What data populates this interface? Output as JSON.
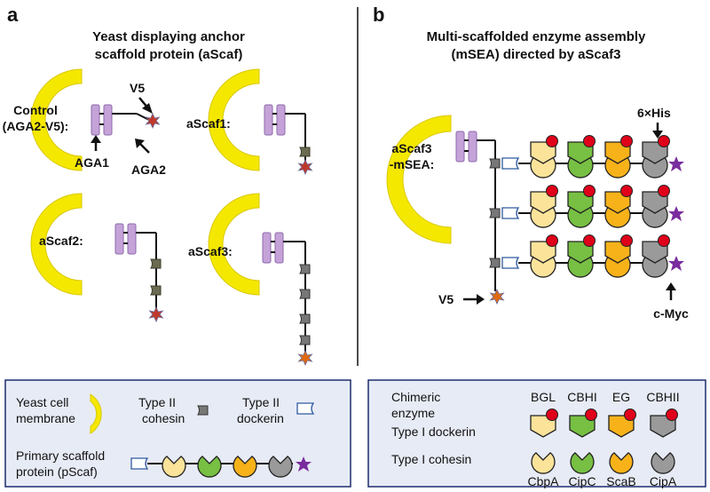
{
  "panel_a": {
    "letter": "a",
    "title_line1": "Yeast displaying anchor",
    "title_line2": "scaffold protein (aScaf)",
    "control_line1": "Control",
    "control_line2": "(AGA2-V5):",
    "v5": "V5",
    "aga1": "AGA1",
    "aga2": "AGA2",
    "ascaf1": "aScaf1:",
    "ascaf2": "aScaf2:",
    "ascaf3": "aScaf3:"
  },
  "panel_b": {
    "letter": "b",
    "title_line1": "Multi-scaffolded enzyme assembly",
    "title_line2": "(mSEA) directed by aScaf3",
    "label_line1": "aScaf3",
    "label_line2": "-mSEA:",
    "his": "6×His",
    "v5": "V5",
    "myc": "c-Myc"
  },
  "legend_a": {
    "membrane_line1": "Yeast cell",
    "membrane_line2": "membrane",
    "cohesin_line1": "Type II",
    "cohesin_line2": "cohesin",
    "dockerin_line1": "Type II",
    "dockerin_line2": "dockerin",
    "pscaf_line1": "Primary scaffold",
    "pscaf_line2": "protein (pScaf)"
  },
  "legend_b": {
    "chimeric_line1": "Chimeric",
    "chimeric_line2": "enzyme",
    "dockerin1": "Type I dockerin",
    "cohesin1": "Type I cohesin",
    "enzymes": [
      "BGL",
      "CBHI",
      "EG",
      "CBHII"
    ],
    "cohesins": [
      "CbpA",
      "CipC",
      "ScaB",
      "CipA"
    ]
  },
  "colors": {
    "membrane": "#f5e800",
    "membrane_stroke": "#d9c800",
    "aga": "#c5a3d8",
    "aga_stroke": "#8e6aac",
    "cohesin2": "#6b6b52",
    "dockerin2_stroke": "#2f5aa0",
    "red_tag": "#e0001a",
    "v5_star": "#c0392b",
    "myc_star": "#7a2c9e",
    "bgl": "#fbe39a",
    "cbhi": "#77c043",
    "eg": "#f7b21a",
    "cbhii": "#9a9a9a",
    "legend_bg": "#e7ebf5",
    "legend_border": "#1e2d6e"
  }
}
